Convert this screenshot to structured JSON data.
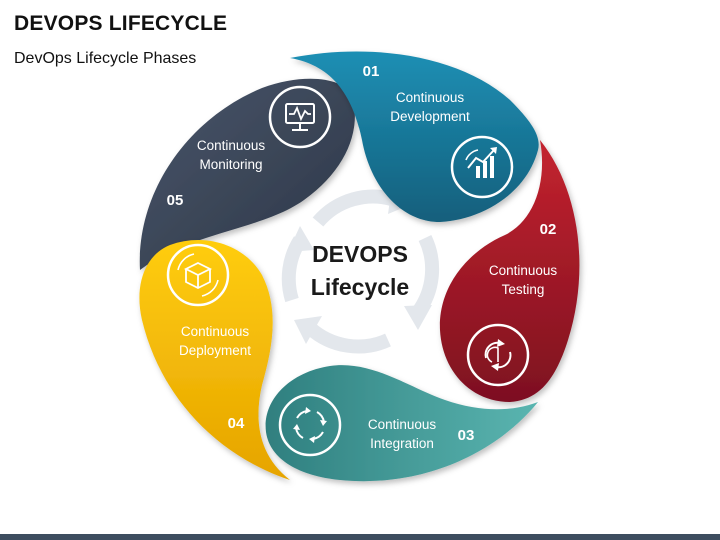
{
  "header": {
    "title": "DEVOPS LIFECYCLE",
    "subtitle": "DevOps Lifecycle Phases"
  },
  "center": {
    "line1": "DEVOPS",
    "line2": "Lifecycle"
  },
  "phases": [
    {
      "number": "01",
      "line1": "Continuous",
      "line2": "Development",
      "color": "#1c7a9c",
      "icon": "chart-growth-icon"
    },
    {
      "number": "02",
      "line1": "Continuous",
      "line2": "Testing",
      "color": "#a3192a",
      "icon": "cycle-arrows-icon"
    },
    {
      "number": "03",
      "line1": "Continuous",
      "line2": "Integration",
      "color": "#3e9a99",
      "icon": "circular-arrows-icon"
    },
    {
      "number": "04",
      "line1": "Continuous",
      "line2": "Deployment",
      "color": "#f2b705",
      "icon": "package-cycle-icon"
    },
    {
      "number": "05",
      "line1": "Continuous",
      "line2": "Monitoring",
      "color": "#3a4658",
      "icon": "monitor-pulse-icon"
    }
  ]
}
